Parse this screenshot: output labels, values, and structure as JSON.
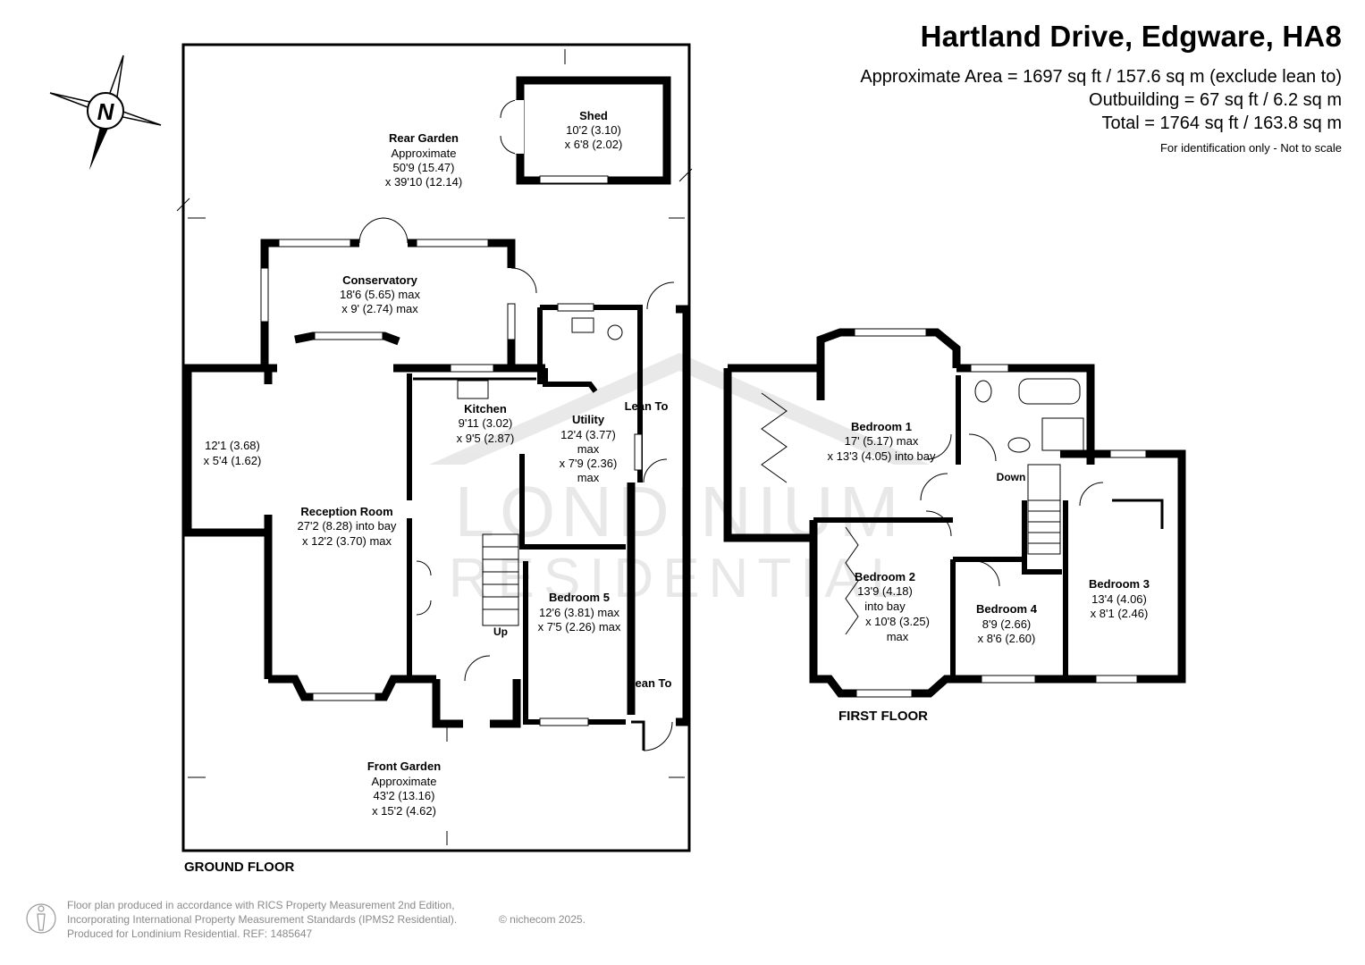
{
  "header": {
    "title": "Hartland Drive, Edgware, HA8",
    "area_lines": [
      "Approximate Area = 1697 sq ft / 157.6 sq m (exclude lean to)",
      "Outbuilding = 67 sq ft / 6.2 sq m",
      "Total = 1764 sq ft / 163.8 sq m"
    ],
    "disclaimer": "For identification only - Not to scale"
  },
  "compass": {
    "label": "N"
  },
  "watermark": {
    "line1": "LONDINIUM",
    "line2": "RESIDENTIAL"
  },
  "floors": {
    "ground": "GROUND FLOOR",
    "first": "FIRST FLOOR"
  },
  "rooms": {
    "rear_garden": {
      "name": "Rear Garden",
      "lines": [
        "Approximate",
        "50'9 (15.47)",
        "x 39'10 (12.14)"
      ]
    },
    "shed": {
      "name": "Shed",
      "lines": [
        "10'2 (3.10)",
        "x 6'8 (2.02)"
      ]
    },
    "conservatory": {
      "name": "Conservatory",
      "lines": [
        "18'6 (5.65) max",
        "x 9' (2.74) max"
      ]
    },
    "garage": {
      "name": "",
      "lines": [
        "12'1 (3.68)",
        "x 5'4 (1.62)"
      ]
    },
    "reception": {
      "name": "Reception Room",
      "lines": [
        "27'2 (8.28) into bay",
        "x 12'2 (3.70) max"
      ]
    },
    "kitchen": {
      "name": "Kitchen",
      "lines": [
        "9'11 (3.02)",
        "x 9'5 (2.87)"
      ]
    },
    "utility": {
      "name": "Utility",
      "lines": [
        "12'4 (3.77)",
        "max",
        "x 7'9 (2.36)",
        "max"
      ]
    },
    "lean_to_1": {
      "name": "Lean To",
      "lines": []
    },
    "lean_to_2": {
      "name": "Lean To",
      "lines": []
    },
    "bedroom5": {
      "name": "Bedroom 5",
      "lines": [
        "12'6 (3.81) max",
        "x 7'5 (2.26) max"
      ]
    },
    "front_garden": {
      "name": "Front Garden",
      "lines": [
        "Approximate",
        "43'2 (13.16)",
        "x 15'2 (4.62)"
      ]
    },
    "bedroom1": {
      "name": "Bedroom 1",
      "lines": [
        "17' (5.17) max",
        "x 13'3 (4.05) into bay"
      ]
    },
    "bedroom2": {
      "name": "Bedroom 2",
      "lines": [
        "13'9 (4.18)",
        "into bay",
        "x 10'8 (3.25)",
        "max"
      ]
    },
    "bedroom3": {
      "name": "Bedroom 3",
      "lines": [
        "13'4 (4.06)",
        "x 8'1 (2.46)"
      ]
    },
    "bedroom4": {
      "name": "Bedroom 4",
      "lines": [
        "8'9 (2.66)",
        "x 8'6 (2.60)"
      ]
    }
  },
  "stairs": {
    "up": "Up",
    "down": "Down"
  },
  "footer": {
    "line1": "Floor plan produced in accordance with RICS Property Measurement 2nd Edition,",
    "line2": "Incorporating International Property Measurement Standards (IPMS2 Residential).",
    "line3": "Produced for Londinium Residential.   REF: 1485647",
    "copyright": "© nichecom 2025."
  }
}
